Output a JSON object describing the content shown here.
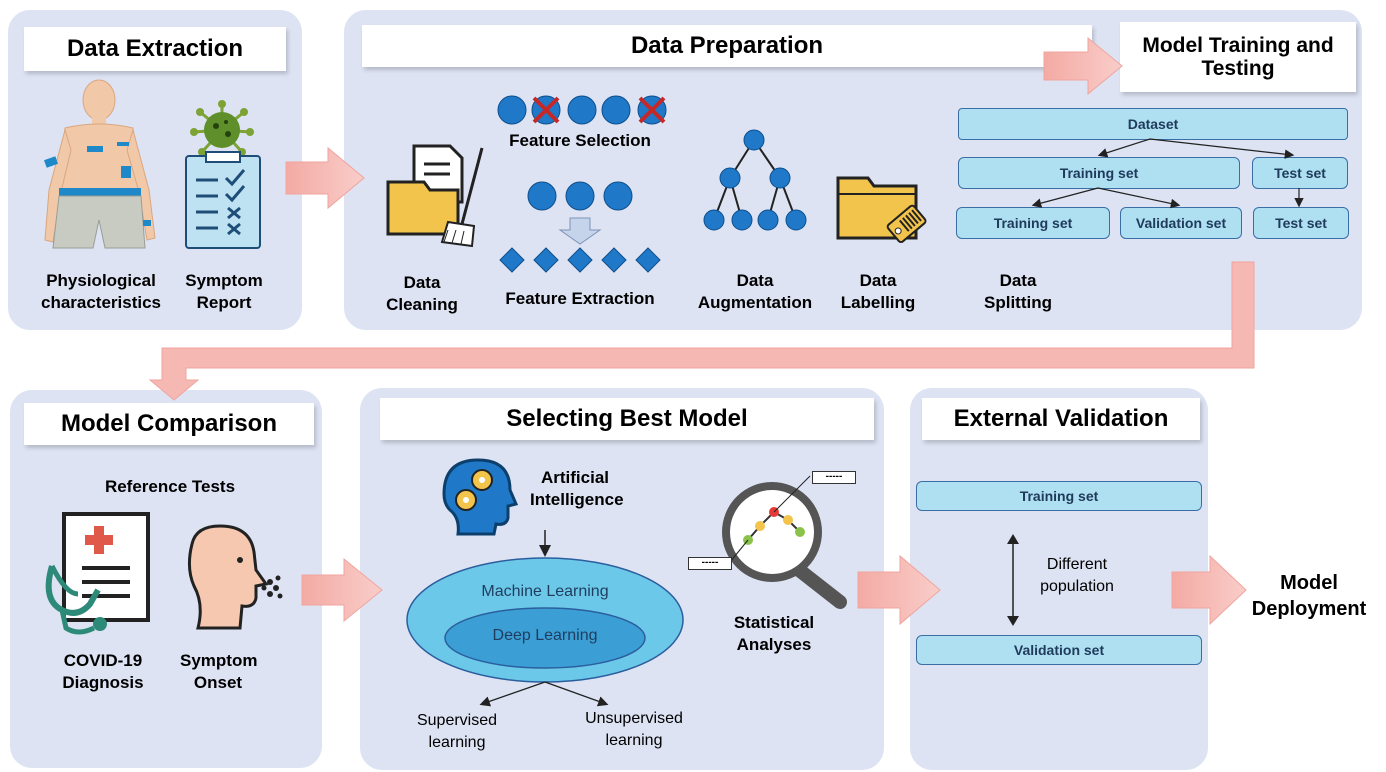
{
  "colors": {
    "panel": "#dde3f3",
    "arrow": "#f6b3ae",
    "node": "#1f78c8",
    "box_fill": "#aee0f2",
    "ellipse_outer": "#6cc8e8",
    "ellipse_inner": "#3b9fd6"
  },
  "data_extraction": {
    "title": "Data Extraction",
    "physio_label": [
      "Physiological",
      "characteristics"
    ],
    "symptom_label": [
      "Symptom",
      "Report"
    ]
  },
  "data_preparation": {
    "title": "Data Preparation",
    "cleaning_label": [
      "Data",
      "Cleaning"
    ],
    "feature_selection": "Feature Selection",
    "feature_extraction": "Feature Extraction",
    "augmentation_label": [
      "Data",
      "Augmentation"
    ],
    "labelling_label": [
      "Data",
      "Labelling"
    ],
    "splitting_label": [
      "Data",
      "Splitting"
    ]
  },
  "model_training": {
    "title": [
      "Model Training and",
      "Testing"
    ],
    "dataset": "Dataset",
    "training_set": "Training set",
    "test_set": "Test set",
    "training_set_2": "Training set",
    "validation_set": "Validation set",
    "test_set_2": "Test set"
  },
  "model_comparison": {
    "title": "Model Comparison",
    "reference_tests": "Reference Tests",
    "covid_label": [
      "COVID-19",
      "Diagnosis"
    ],
    "onset_label": [
      "Symptom",
      "Onset"
    ]
  },
  "best_model": {
    "title": "Selecting Best Model",
    "ai_label": [
      "Artificial",
      "Intelligence"
    ],
    "machine_learning": "Machine Learning",
    "deep_learning": "Deep Learning",
    "supervised": [
      "Supervised",
      "learning"
    ],
    "unsupervised": [
      "Unsupervised",
      "learning"
    ],
    "stats_label": [
      "Statistical",
      "Analyses"
    ],
    "tag_text": "-----"
  },
  "external_validation": {
    "title": "External Validation",
    "training_set": "Training set",
    "validation_set": "Validation set",
    "different_population": [
      "Different",
      "population"
    ]
  },
  "deployment": [
    "Model",
    "Deployment"
  ]
}
